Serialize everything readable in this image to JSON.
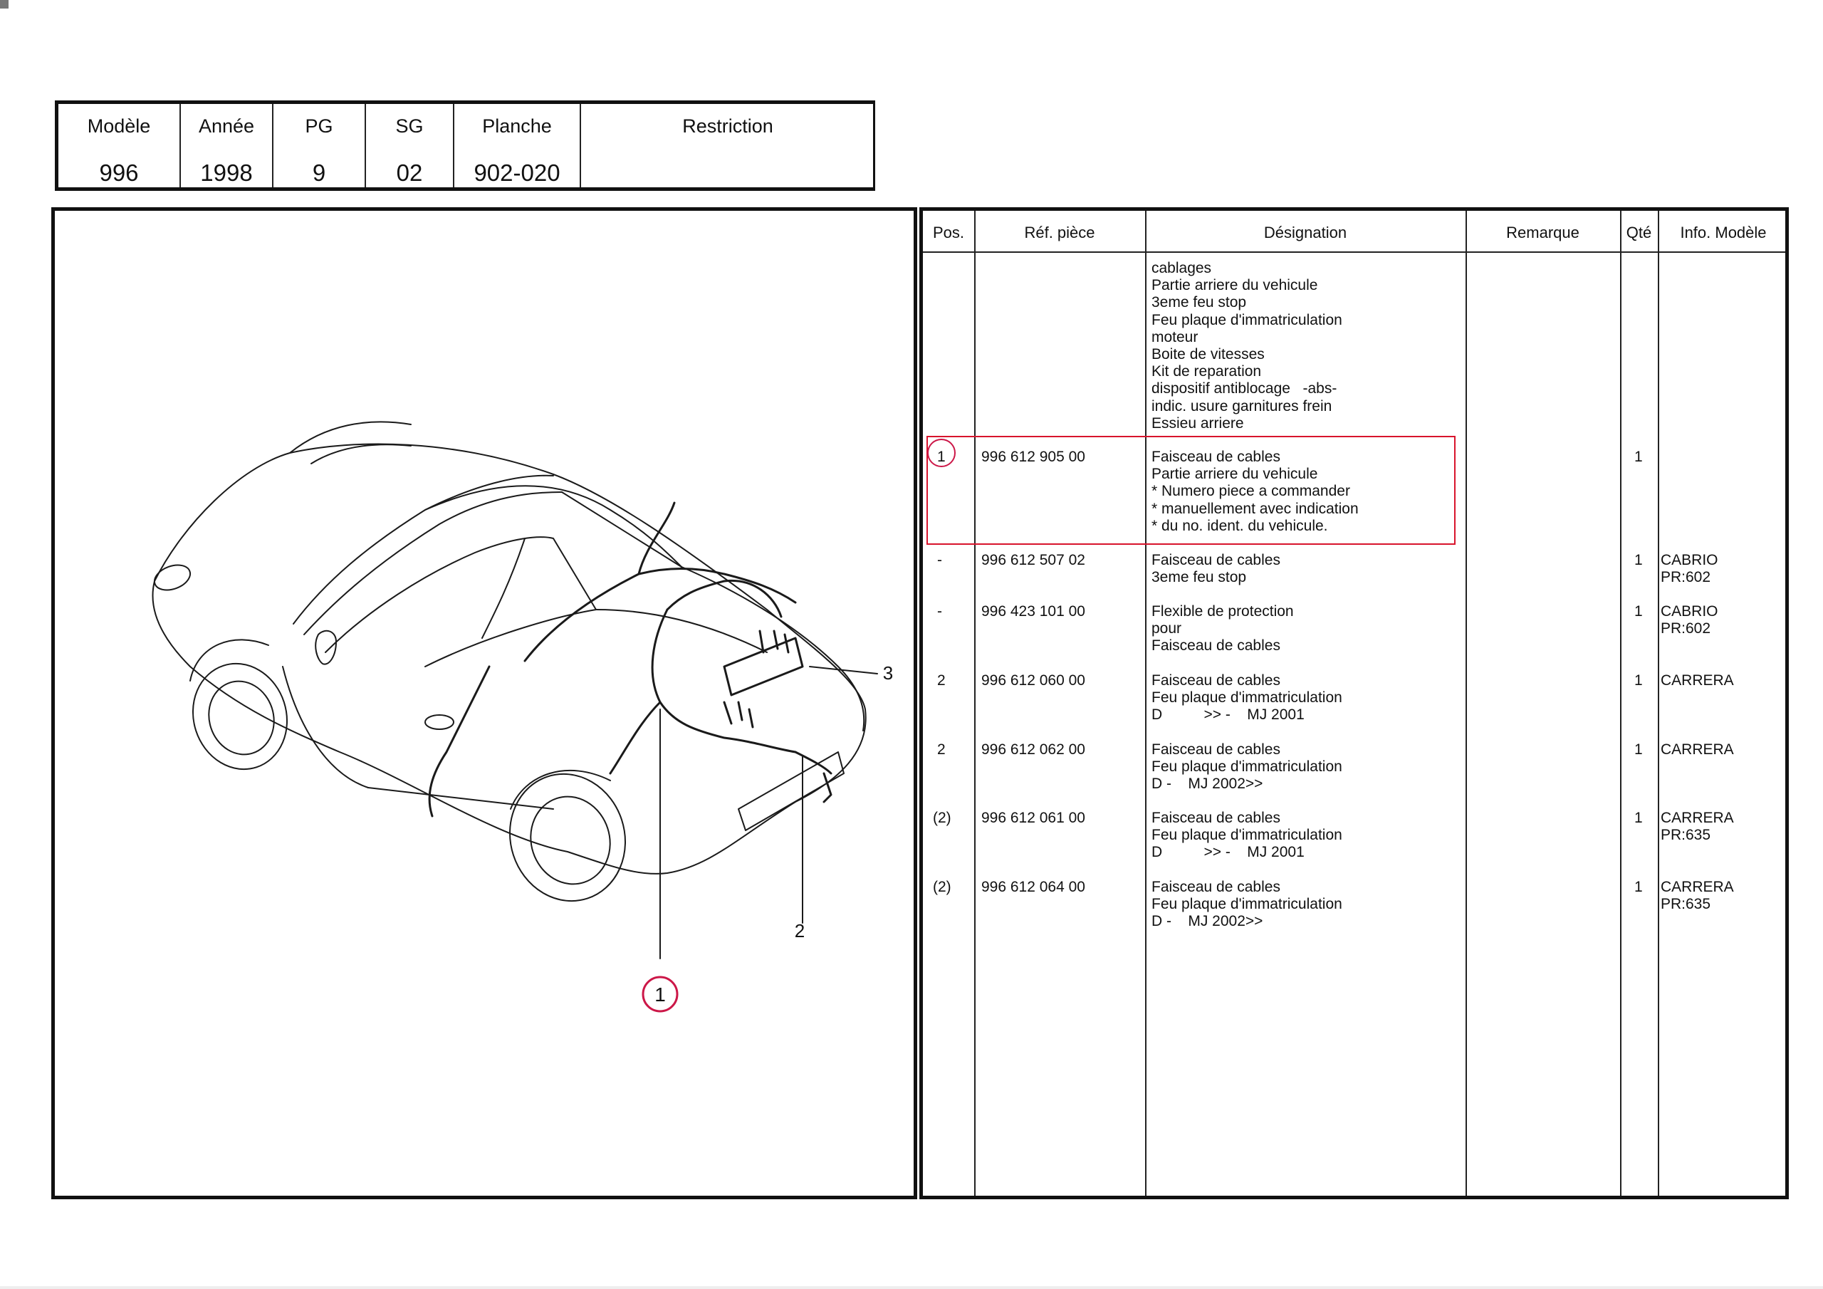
{
  "header": {
    "columns": [
      {
        "label": "Modèle",
        "value": "996"
      },
      {
        "label": "Année",
        "value": "1998"
      },
      {
        "label": "PG",
        "value": "9"
      },
      {
        "label": "SG",
        "value": "02"
      },
      {
        "label": "Planche",
        "value": "902-020"
      },
      {
        "label": "Restriction",
        "value": ""
      }
    ]
  },
  "drawing": {
    "callouts": [
      "1",
      "2",
      "3"
    ]
  },
  "parts_table": {
    "headers": {
      "pos": "Pos.",
      "ref": "Réf. pièce",
      "designation": "Désignation",
      "remarque": "Remarque",
      "qte": "Qté",
      "info": "Info. Modèle"
    },
    "intro_lines": "cablages\nPartie arriere du vehicule\n3eme feu stop\nFeu plaque d'immatriculation\nmoteur\nBoite de vitesses\nKit de reparation\ndispositif antiblocage   -abs-\nindic. usure garnitures frein\nEssieu arriere",
    "rows": [
      {
        "pos": "1",
        "ref": "996 612 905 00",
        "designation": "Faisceau de cables\nPartie arriere du vehicule\n* Numero piece a commander\n* manuellement avec indication\n* du no. ident. du vehicule.",
        "qte": "1",
        "info": "",
        "highlighted": true
      },
      {
        "pos": "-",
        "ref": "996 612 507 02",
        "designation": "Faisceau de cables\n3eme feu stop",
        "qte": "1",
        "info": "CABRIO\nPR:602"
      },
      {
        "pos": "-",
        "ref": "996 423 101 00",
        "designation": "Flexible de protection\npour\nFaisceau de cables",
        "qte": "1",
        "info": "CABRIO\nPR:602"
      },
      {
        "pos": "2",
        "ref": "996 612 060 00",
        "designation": "Faisceau de cables\nFeu plaque d'immatriculation\nD          >> -    MJ 2001",
        "qte": "1",
        "info": "CARRERA"
      },
      {
        "pos": "2",
        "ref": "996 612 062 00",
        "designation": "Faisceau de cables\nFeu plaque d'immatriculation\nD -    MJ 2002>>",
        "qte": "1",
        "info": "CARRERA"
      },
      {
        "pos": "(2)",
        "ref": "996 612 061 00",
        "designation": "Faisceau de cables\nFeu plaque d'immatriculation\nD          >> -    MJ 2001",
        "qte": "1",
        "info": "CARRERA\nPR:635"
      },
      {
        "pos": "(2)",
        "ref": "996 612 064 00",
        "designation": "Faisceau de cables\nFeu plaque d'immatriculation\nD -    MJ 2002>>",
        "qte": "1",
        "info": "CARRERA\nPR:635"
      }
    ]
  }
}
